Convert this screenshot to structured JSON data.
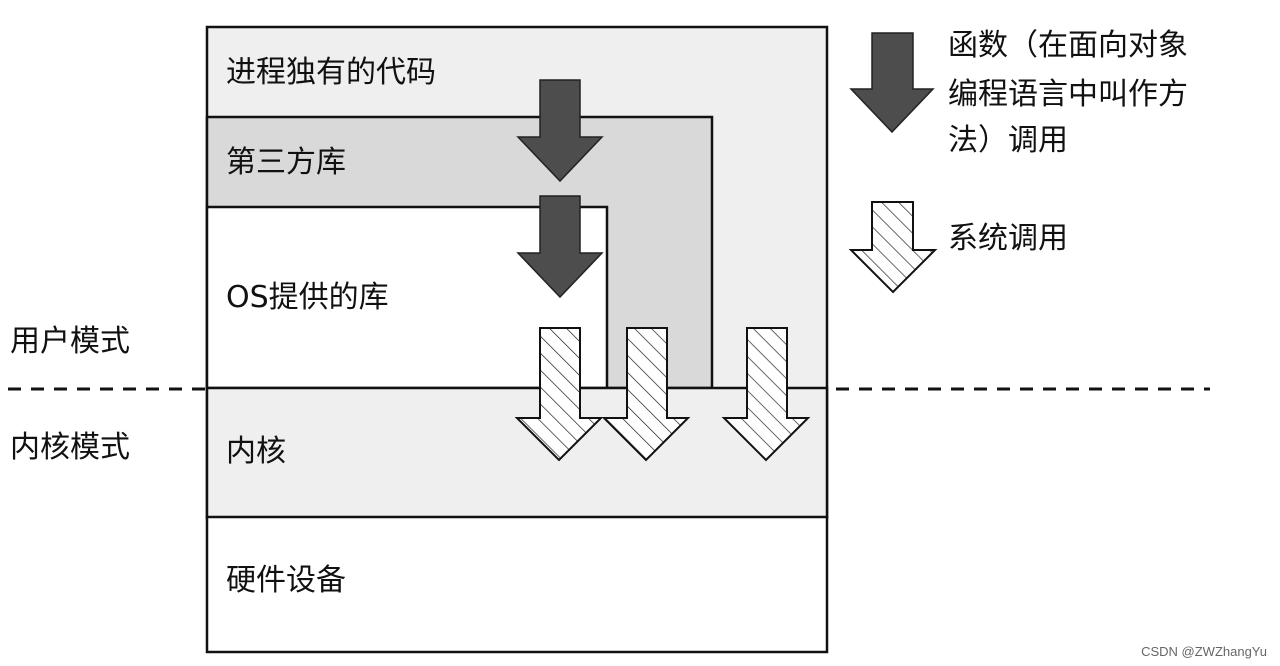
{
  "layers": {
    "process_code": "进程独有的代码",
    "third_party": "第三方库",
    "os_library": "OS提供的库",
    "kernel": "内核",
    "hardware": "硬件设备"
  },
  "modes": {
    "user": "用户模式",
    "kernel": "内核模式"
  },
  "legend": {
    "function_call_line1": "函数（在面向对象",
    "function_call_line2": "编程语言中叫作方",
    "function_call_line3": "法）调用",
    "system_call": "系统调用"
  },
  "watermark": "CSDN @ZWZhangYu",
  "colors": {
    "outer_fill": "#efefef",
    "third_party_fill": "#d9d9d9",
    "white": "#ffffff",
    "arrow_dark": "#4d4d4d",
    "stroke": "#111111"
  }
}
